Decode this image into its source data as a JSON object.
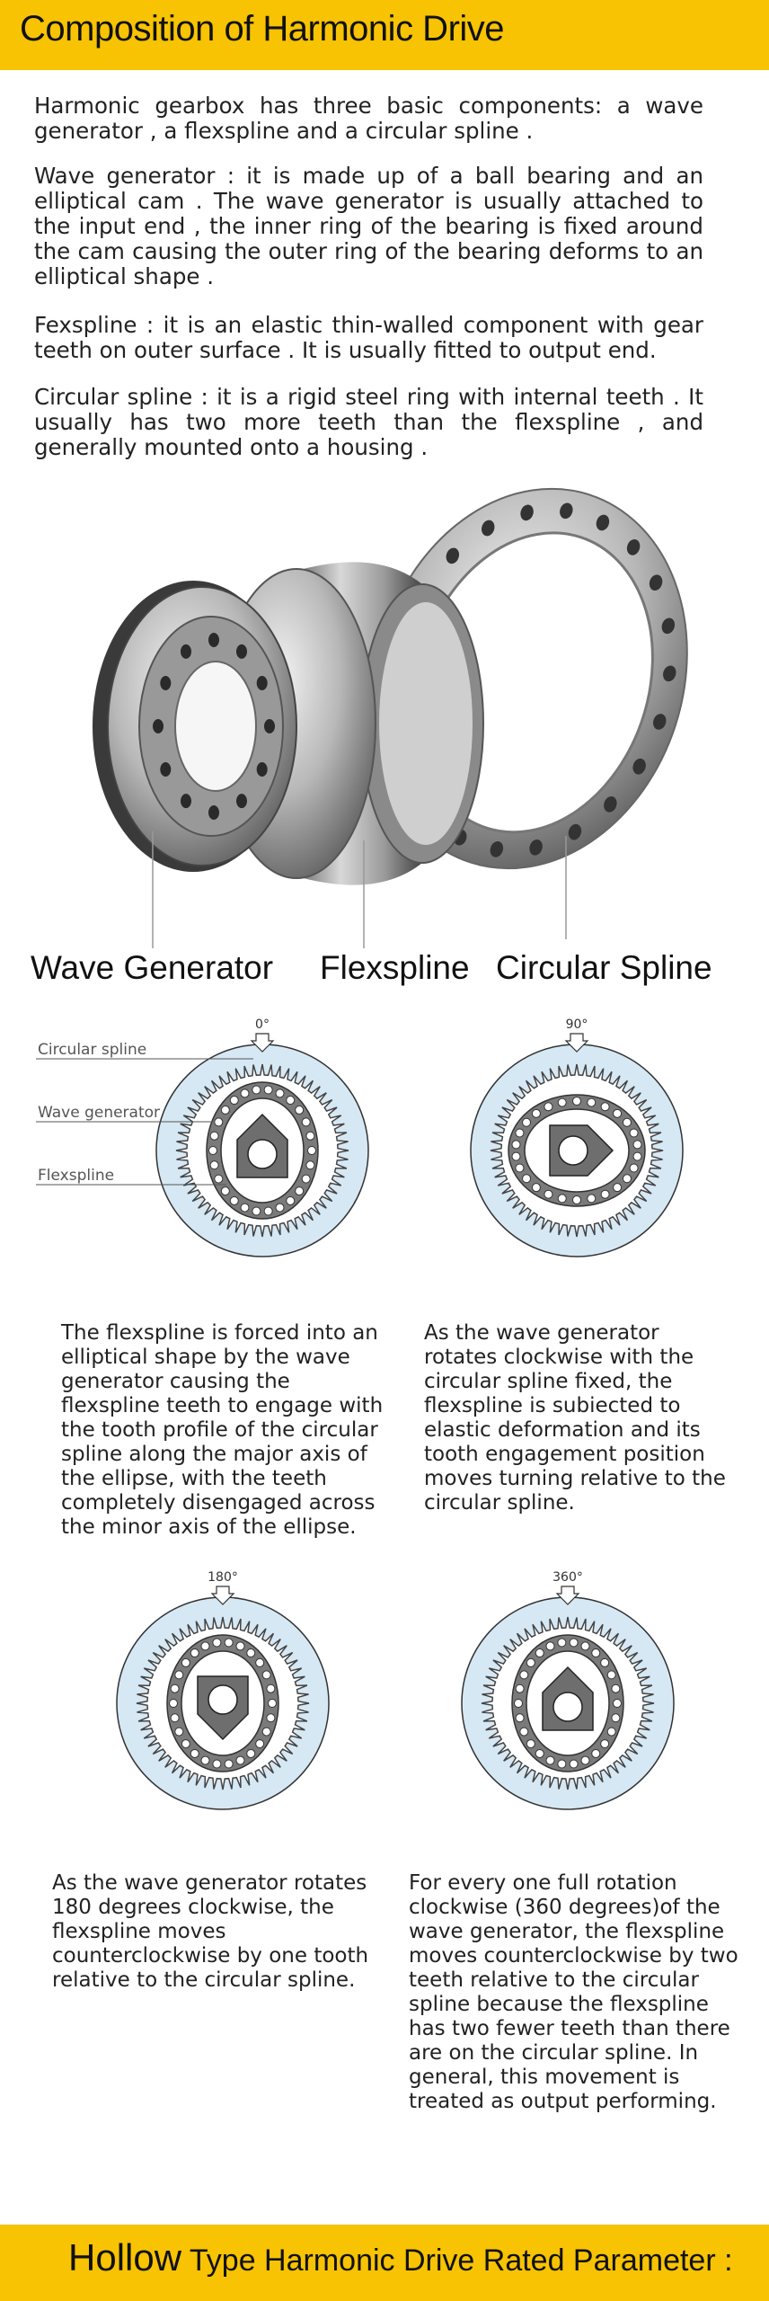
{
  "header": {
    "title": "Composition of Harmonic Drive"
  },
  "intro": {
    "components": "Harmonic gearbox has three basic components: a wave generator , a flexspline and a circular spline .",
    "wave_generator": "Wave generator : it is made up of a ball bearing and an elliptical cam . The wave generator is usually attached to the input end , the inner ring of the bearing is fixed around the cam causing the outer ring of the bearing deforms to an elliptical shape .",
    "flexspline": "Fexspline : it is an elastic thin-walled component with gear teeth on outer surface . It is usually fitted to output end.",
    "circular_spline": "Circular spline : it is a rigid steel ring with internal teeth . It usually has two more teeth than the flexspline , and generally mounted onto a housing ."
  },
  "photo_labels": {
    "wave": "Wave Generator",
    "flex": "Flexspline",
    "circular": "Circular Spline"
  },
  "diagram_labels": {
    "circular": "Circular spline",
    "wave": "Wave generator",
    "flex": "Flexspline"
  },
  "stages": [
    {
      "angle": "0°",
      "text": "The flexspline is forced into an elliptical shape by the wave generator causing the flexspline teeth to engage with the tooth profile of the circular spline along the major axis of the ellipse, with the teeth completely disengaged across the minor axis of the ellipse."
    },
    {
      "angle": "90°",
      "text": "As the wave generator rotates clockwise with the circular spline fixed, the flexspline is subiected to elastic deformation and its tooth engagement position moves turning relative to the circular spline."
    },
    {
      "angle": "180°",
      "text": "As the wave generator rotates 180 degrees clockwise, the flexspline moves counterclockwise by one tooth relative to the circular spline."
    },
    {
      "angle": "360°",
      "text": "For every one full rotation clockwise (360 degrees)of the wave generator, the flexspline moves counterclockwise by two teeth relative to the circular spline because the flexspline has two fewer teeth than there are on the circular spline. In general, this movement is treated as output performing."
    }
  ],
  "footer": {
    "title_big": "Hollow",
    "title_rest": "Type Harmonic Drive Rated Parameter :"
  },
  "colors": {
    "accent": "#f7c302",
    "diagram_fill": "#d6e8f4"
  }
}
